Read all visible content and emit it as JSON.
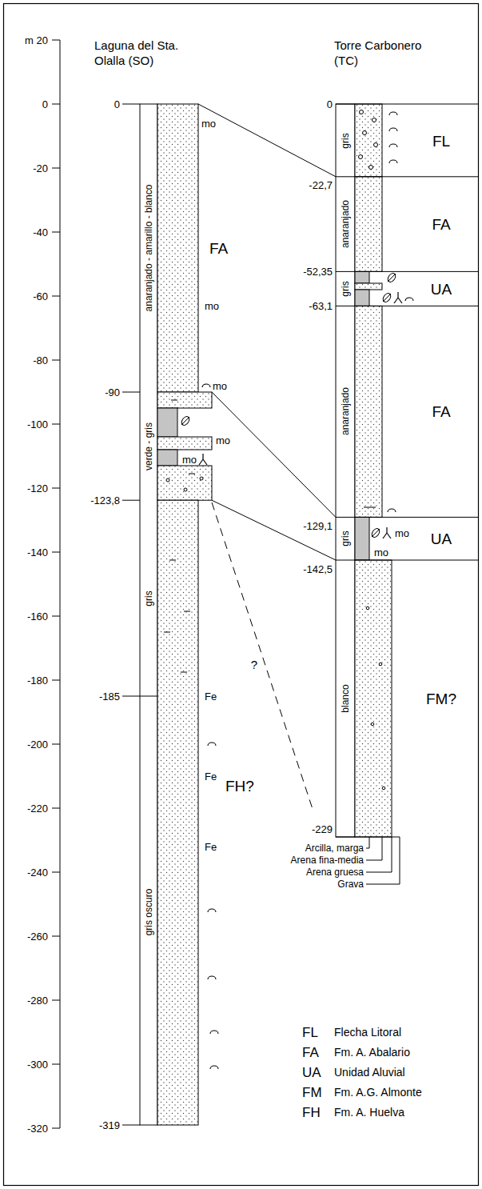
{
  "diagram": {
    "labels": [
      "m 20",
      "0",
      "-20",
      "-40",
      "-60",
      "-80",
      "-100",
      "-120",
      "-140",
      "-160",
      "-180",
      "-200",
      "-220",
      "-240",
      "-260",
      "-280",
      "-300",
      "-320",
      "Laguna del Sta. Olalla (SO)",
      "Torre Carbonero (TC)",
      "0",
      "-90",
      "-123,8",
      "-185",
      "-319",
      "anaranjado - amarillo - blanco",
      "verde - gris",
      "gris",
      "gris oscuro",
      "mo",
      "mo",
      "mo",
      "mo",
      "mo",
      "Fe",
      "Fe",
      "Fe",
      "FA",
      "FH?",
      "?",
      "0",
      "-22,7",
      "-52,35",
      "-63,1",
      "-129,1",
      "-142,5",
      "-229",
      "gris",
      "anaranjado",
      "gris",
      "anaranjado",
      "gris",
      "blanco",
      "FL",
      "FA",
      "UA",
      "FA",
      "UA",
      "FM?",
      "mo",
      "mo",
      "Arcilla, marga",
      "Arena fina-media",
      "Arena gruesa",
      "Grava",
      "FL",
      "Flecha Litoral",
      "FA",
      "Fm. A. Abalario",
      "UA",
      "Unidad Aluvial",
      "FM",
      "Fm. A.G. Almonte",
      "FH",
      "Fm. A. Huelva"
    ]
  }
}
